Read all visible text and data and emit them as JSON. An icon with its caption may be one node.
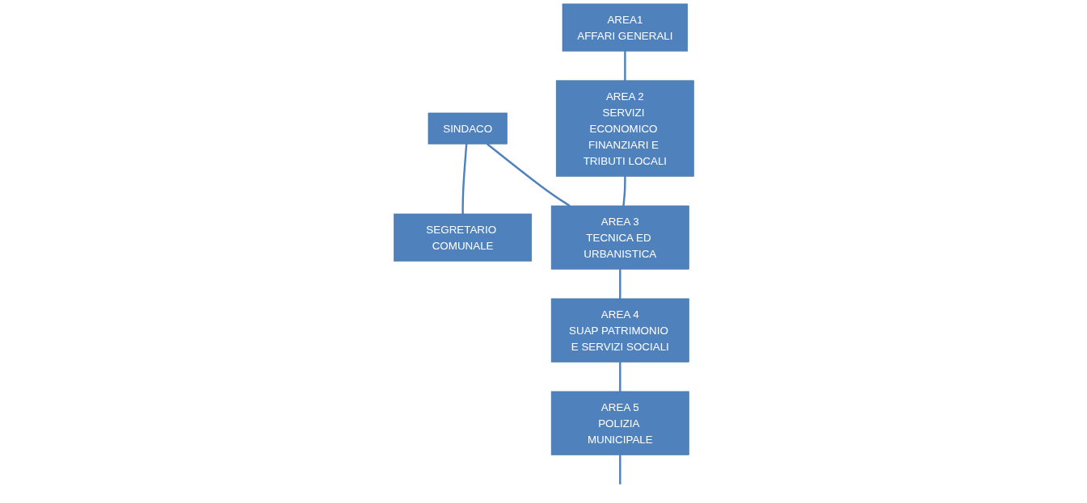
{
  "diagram": {
    "nodes": [
      {
        "text": [
          "SINDACO"
        ]
      },
      {
        "text": [
          "SEGRETARIO COMUNALE"
        ]
      },
      {
        "text": [
          "AREA1",
          "AFFARI GENERALI"
        ]
      },
      {
        "text": [
          "AREA 2",
          "SERVIZI ECONOMICO FINANZIARI E TRIBUTI LOCALI"
        ]
      },
      {
        "text": [
          "AREA 3",
          "TECNICA ED URBANISTICA"
        ]
      },
      {
        "text": [
          "AREA 4",
          "SUAP PATRIMONIO E SERVIZI SOCIALI"
        ]
      },
      {
        "text": [
          "AREA 5",
          "POLIZIA MUNICIPALE"
        ]
      }
    ],
    "edges": [
      {
        "from": 0,
        "to": 1,
        "arrow": "none"
      },
      {
        "from": 0,
        "to": 4,
        "arrow": "none"
      },
      {
        "from": 2,
        "to": 3,
        "arrow": "none"
      },
      {
        "from": 3,
        "to": 4,
        "arrow": "none"
      },
      {
        "from": 4,
        "to": 5,
        "arrow": "none"
      },
      {
        "from": 5,
        "to": 6,
        "arrow": "none"
      },
      {
        "from": 6,
        "to": null,
        "arrow": "none"
      }
    ]
  }
}
